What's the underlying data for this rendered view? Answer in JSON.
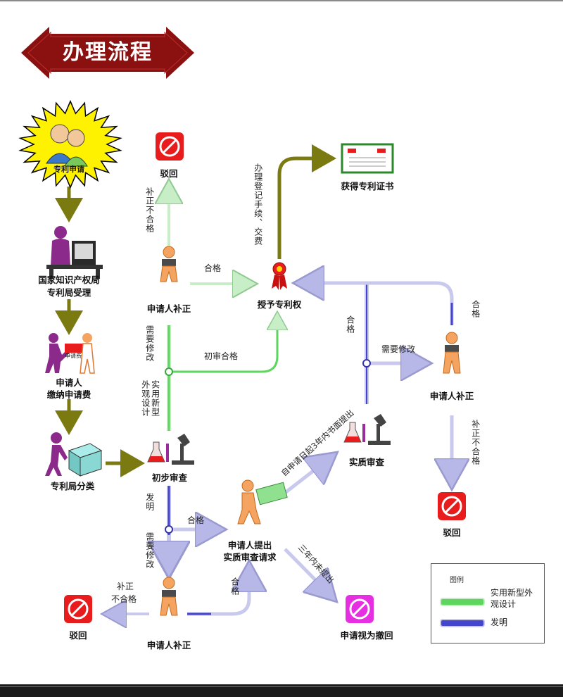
{
  "title": "办理流程",
  "nodes": {
    "apply": "专利申请",
    "accept_line1": "国家知识产权局",
    "accept_line2": "专利局受理",
    "fee_line1": "申请人",
    "fee_line2": "缴纳申请费",
    "fee_badge": "申请费",
    "classify": "专利局分类",
    "prelim": "初步审查",
    "reject_top": "驳回",
    "correct_top": "申请人补正",
    "grant": "授予专利权",
    "certificate": "获得专利证书",
    "substantive": "实质审查",
    "request_line1": "申请人提出",
    "request_line2": "实质审查请求",
    "correct_bottom": "申请人补正",
    "reject_bottom_left": "驳回",
    "withdrawn": "申请视为撤回",
    "correct_right": "申请人补正",
    "reject_right": "驳回"
  },
  "annotations": {
    "correct_fail_top": "补正不合格",
    "qualified_top": "合格",
    "needs_edit_left": "需要修改",
    "prelim_pass": "初审合格",
    "utility_design": "实用新型外观设计",
    "register_fee": "办理登记手续、交费",
    "qualified_sub": "合格",
    "needs_edit_right": "需要修改",
    "qualified_right": "合格",
    "correct_fail_right": "补正不合格",
    "invention": "发明",
    "qualified_mid": "合格",
    "needs_edit_bottom": "需要修改",
    "correct_fail_left_l1": "补正",
    "correct_fail_left_l2": "不合格",
    "qualified_bottom": "合格",
    "within_3_years": "自申请日起3年内书面提出",
    "not_in_3_years": "三年内未提出"
  },
  "legend": {
    "title": "图例",
    "items": [
      {
        "label": "实用新型外观设计",
        "color": "#5cd65c"
      },
      {
        "label": "发明",
        "color": "#4444cc"
      }
    ]
  },
  "colors": {
    "banner": "#8b1010",
    "olive": "#7a7a10",
    "green": "#5cd65c",
    "blue": "#4444cc",
    "lavender": "#c9c9ee",
    "reject_red": "#e81c1c",
    "withdrawn_magenta": "#e62fe0"
  }
}
